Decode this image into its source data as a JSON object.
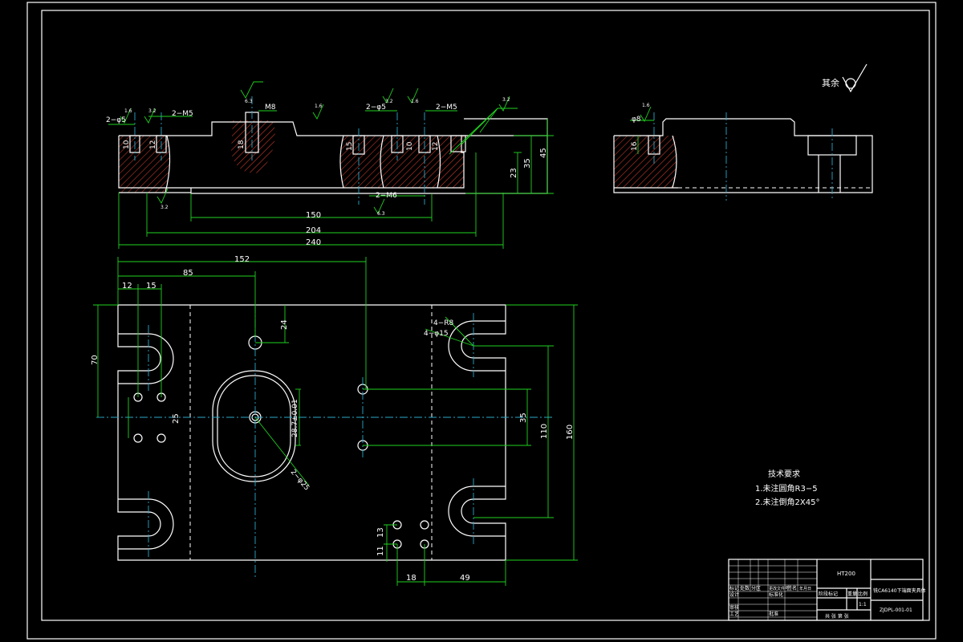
{
  "drawing": {
    "dims_front": {
      "d_2phi5_left": "2−φ5",
      "d_2M5_left": "2−M5",
      "d_M8": "M8",
      "d_2phi5_mid": "2−φ5",
      "d_2M5_right": "2−M5",
      "d_2M6": "2−M6",
      "d_150": "150",
      "d_204": "204",
      "d_240": "240",
      "d_45": "45",
      "d_35": "35",
      "d_23": "23",
      "d_10a": "10",
      "d_12": "12",
      "d_18": "18",
      "d_15": "15",
      "d_10b": "10",
      "d_12b": "12",
      "r1": "1.6",
      "r2": "3.2",
      "r3": "6.3",
      "r4": "1.6",
      "r5": "3.2",
      "r6": "1.6",
      "r7": "3.2",
      "r8": "3.2",
      "r9": "6.3"
    },
    "dims_side": {
      "d_phi8": "φ8",
      "d_16": "16",
      "r_side": "1.6",
      "qiyu": "其余"
    },
    "dims_top": {
      "d_152": "152",
      "d_85": "85",
      "d_12": "12",
      "d_15": "15",
      "d_24": "24",
      "d_70": "70",
      "d_25": "25",
      "d_4R8": "4−R8",
      "d_4phi15": "4−φ15",
      "d_35": "35",
      "d_110": "110",
      "d_160": "160",
      "d_28": "28.7±0.01",
      "d_2phi25": "2−φ25",
      "d_13": "13",
      "d_11": "11",
      "d_18": "18",
      "d_49": "49"
    },
    "tech": {
      "title": "技术要求",
      "item1": "1.未注圆角R3−5",
      "item2": "2.未注倒角2X45°"
    },
    "title_block": {
      "material": "HT200",
      "part_name": "铣CA6140下端面夹具体",
      "drawing_no": "ZJDPL-001-01",
      "h_mark": "标记",
      "h_count": "处数",
      "h_zone": "分区",
      "h_docno": "更改文件号",
      "h_sign": "签名",
      "h_date": "年月日",
      "h_design": "设计",
      "h_std": "标准化",
      "h_review": "审核",
      "h_craft": "工艺",
      "h_approve": "批准",
      "h_stage": "阶段标记",
      "h_weight": "重量",
      "h_scale": "比例",
      "scale_val": "1:1",
      "sheets": "共 张 第 张"
    }
  }
}
